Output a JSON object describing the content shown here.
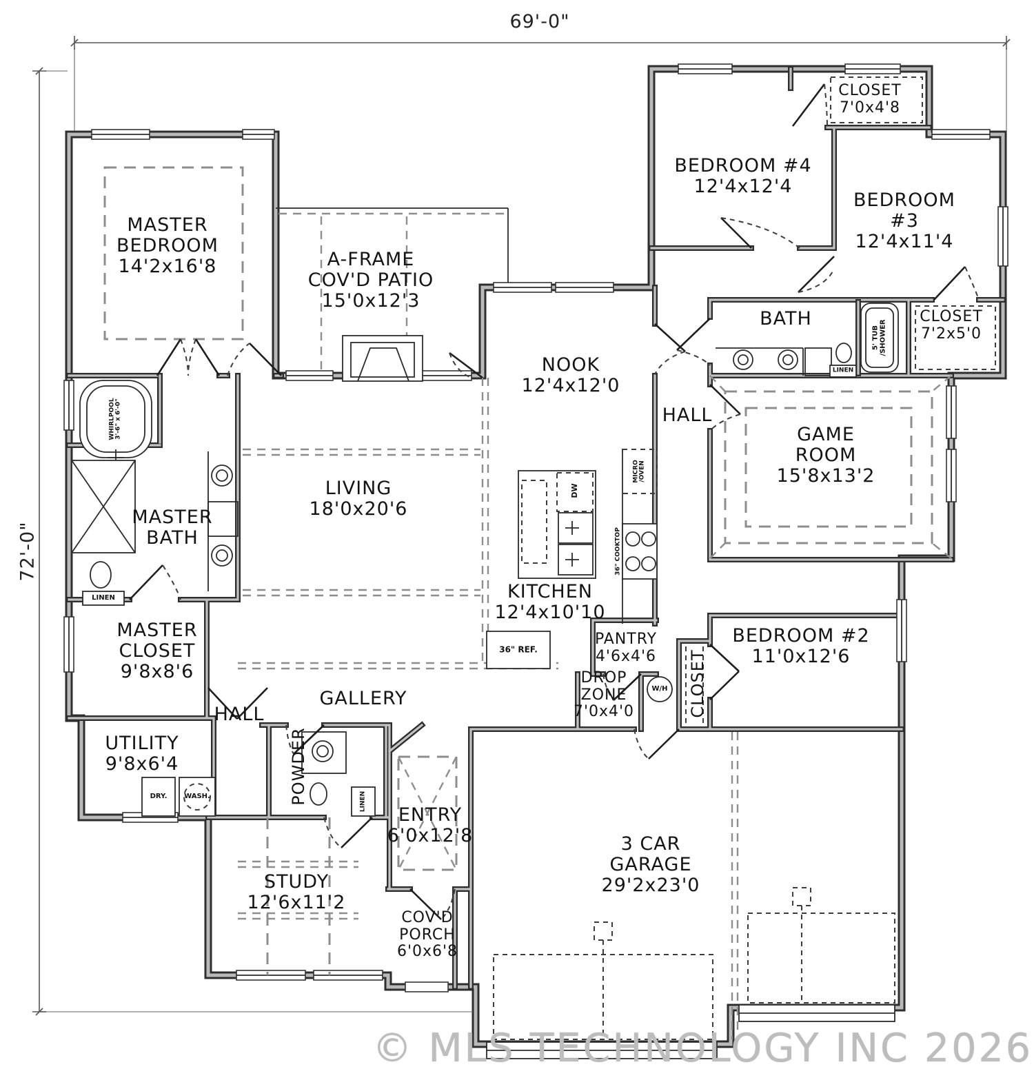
{
  "dimensions": {
    "width_label": "69'-0\"",
    "height_label": "72'-0\""
  },
  "watermark": "© MLS TECHNOLOGY INC 2026",
  "rooms": {
    "master_bedroom": {
      "text": "MASTER\nBEDROOM\n14'2x16'8"
    },
    "patio": {
      "text": "A-FRAME\nCOV'D PATIO\n15'0x12'3"
    },
    "bedroom4": {
      "text": "BEDROOM #4\n12'4x12'4"
    },
    "closet_top": {
      "text": "CLOSET\n7'0x4'8"
    },
    "bedroom3": {
      "text": "BEDROOM #3\n12'4x11'4"
    },
    "bath": {
      "text": "BATH"
    },
    "closet_right": {
      "text": "CLOSET\n7'2x5'0"
    },
    "nook": {
      "text": "NOOK\n12'4x12'0"
    },
    "hall_right": {
      "text": "HALL"
    },
    "game_room": {
      "text": "GAME\nROOM\n15'8x13'2"
    },
    "living": {
      "text": "LIVING\n18'0x20'6"
    },
    "master_bath": {
      "text": "MASTER\nBATH"
    },
    "kitchen": {
      "text": "KITCHEN\n12'4x10'10"
    },
    "pantry": {
      "text": "PANTRY\n4'6x4'6"
    },
    "drop_zone": {
      "text": "DROP\nZONE\n7'0x4'0"
    },
    "closet_bed2": {
      "text": "CLOSET"
    },
    "bedroom2": {
      "text": "BEDROOM #2\n11'0x12'6"
    },
    "master_closet": {
      "text": "MASTER\nCLOSET\n9'8x8'6"
    },
    "hall_left": {
      "text": "HALL"
    },
    "utility": {
      "text": "UTILITY\n9'8x6'4"
    },
    "gallery": {
      "text": "GALLERY"
    },
    "powder": {
      "text": "POWDER"
    },
    "entry": {
      "text": "ENTRY\n6'0x12'8"
    },
    "study": {
      "text": "STUDY\n12'6x11'2"
    },
    "covd_porch": {
      "text": "COV'D\nPORCH\n6'0x6'8"
    },
    "garage": {
      "text": "3 CAR\nGARAGE\n29'2x23'0"
    }
  },
  "fixtures": {
    "dryer": "DRY.",
    "washer": "WASH.",
    "linen": "LINEN",
    "water_heater": "W/H",
    "fridge": "36\" REF.",
    "dishwasher": "DW",
    "micro_oven": "MICRO\n/OVEN",
    "cooktop": "36\" COOKTOP",
    "tub_shower": "5' TUB\n/SHOWER",
    "whirlpool": "WHIRLPOOL\n3'-6\" x 6'-0\""
  }
}
